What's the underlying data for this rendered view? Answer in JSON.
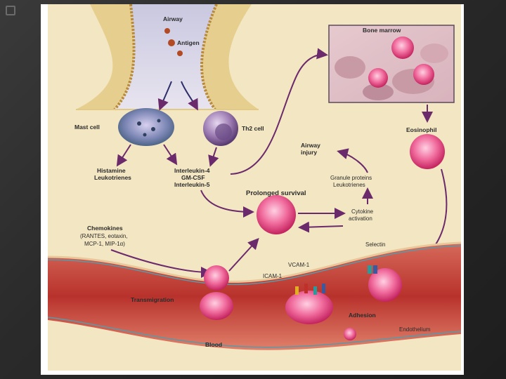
{
  "labels": {
    "airway": "Airway",
    "antigen": "Antigen",
    "mast_cell": "Mast cell",
    "th2_cell": "Th2 cell",
    "histamine": [
      "Histamine",
      "Leukotrienes"
    ],
    "interleukins": [
      "Interleukin-4",
      "GM-CSF",
      "Interleukin-5"
    ],
    "bone_marrow": "Bone marrow",
    "eosinophil": "Eosinophil",
    "airway_injury": [
      "Airway",
      "injury"
    ],
    "granule": [
      "Granule proteins",
      "Leukotrienes"
    ],
    "prolonged_survival": "Prolonged survival",
    "cytokine": [
      "Cytokine",
      "activation"
    ],
    "chemokines": [
      "Chemokines",
      "(RANTES, eotaxin,",
      "MCP-1, MIP-1α)"
    ],
    "selectin": "Selectin",
    "vcam": "VCAM-1",
    "icam": "ICAM-1",
    "transmigration": "Transmigration",
    "adhesion": "Adhesion",
    "endothelium": "Endothelium",
    "blood": "Blood"
  },
  "colors": {
    "background": "#f3e6c2",
    "arrow": "#6b2a6b",
    "eosinophil": "#e2477f",
    "vessel": "#c2453a",
    "mast_cell": "#6a7fa8",
    "th2_cell": "#7a5a8a"
  }
}
